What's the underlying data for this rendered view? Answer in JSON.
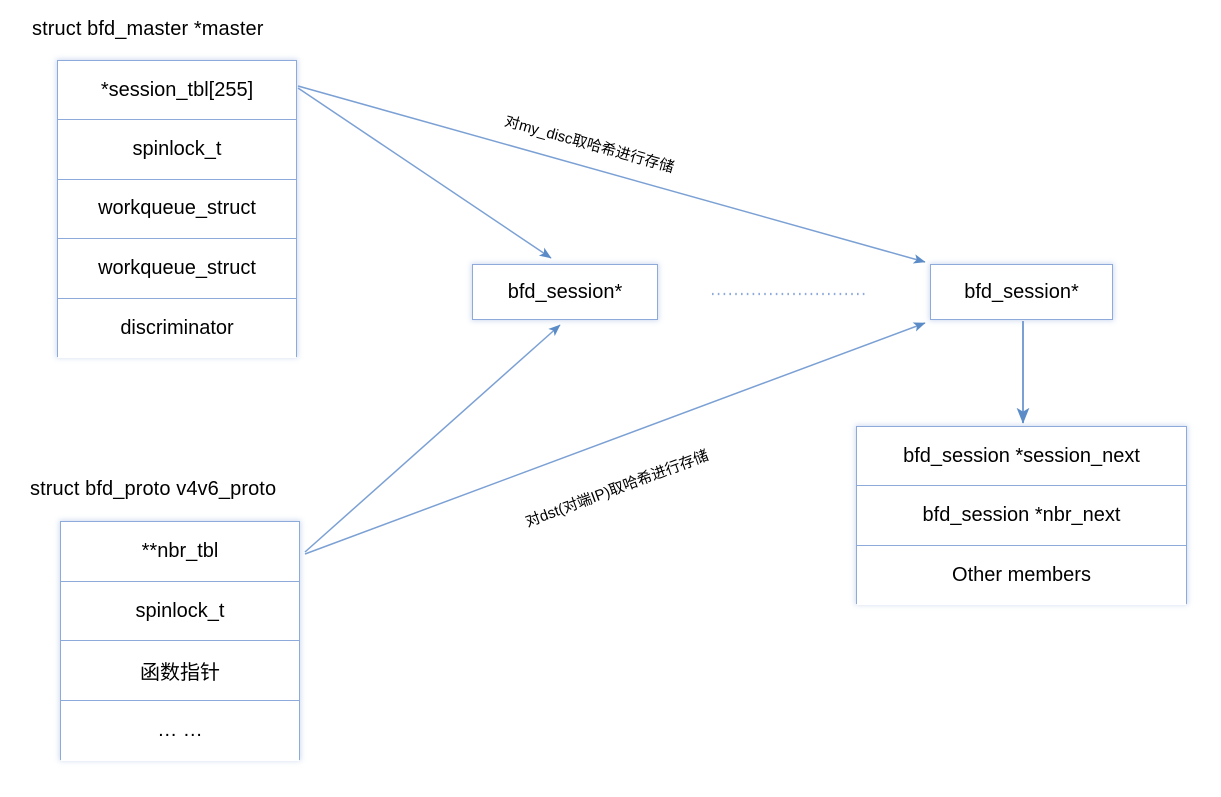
{
  "diagram": {
    "title_master": "struct bfd_master *master",
    "title_proto": "struct bfd_proto v4v6_proto",
    "accent_color": "#8eaadb",
    "master_struct": {
      "name": "bfd_master",
      "rows": [
        "*session_tbl[255]",
        "spinlock_t",
        "workqueue_struct",
        "workqueue_struct",
        "discriminator"
      ]
    },
    "proto_struct": {
      "name": "v4v6_proto",
      "rows": [
        "**nbr_tbl",
        "spinlock_t",
        "函数指针",
        "… …"
      ]
    },
    "session_node_left": "bfd_session*",
    "session_node_right": "bfd_session*",
    "session_struct": {
      "name": "bfd_session",
      "rows": [
        "bfd_session *session_next",
        "bfd_session *nbr_next",
        "Other members"
      ]
    },
    "edge_labels": {
      "my_disc": "对my_disc取哈希进行存储",
      "dst_ip": "对dst(对端IP)取哈希进行存储"
    }
  }
}
